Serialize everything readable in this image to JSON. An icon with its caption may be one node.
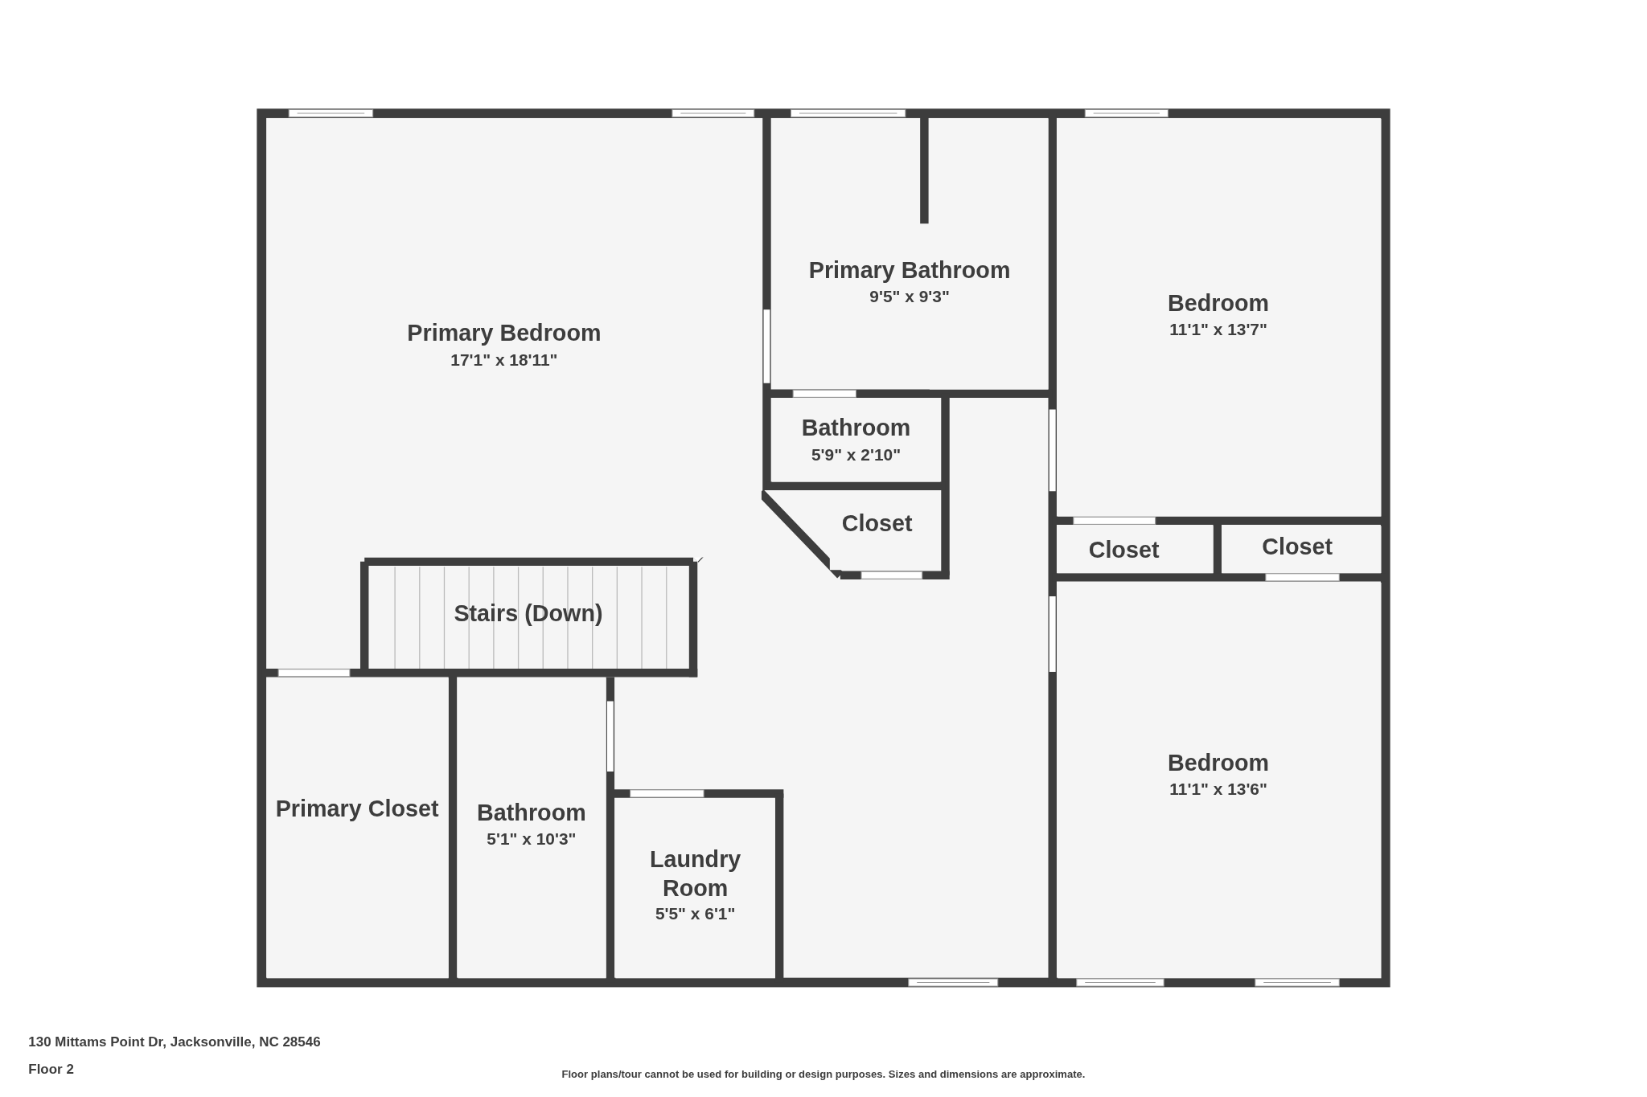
{
  "diagram": {
    "nodes": [
      {
        "text": [
          "Primary Bedroom",
          "17'1\" x 18'11\""
        ]
      },
      {
        "text": [
          "Primary Bathroom",
          "9'5\" x 9'3\""
        ]
      },
      {
        "text": [
          "Bedroom",
          "11'1\" x 13'7\""
        ]
      },
      {
        "text": [
          "Bathroom",
          "5'9\" x 2'10\""
        ]
      },
      {
        "text": [
          "Closet"
        ]
      },
      {
        "text": [
          "Closet"
        ]
      },
      {
        "text": [
          "Closet"
        ]
      },
      {
        "text": [
          "Stairs (Down)"
        ]
      },
      {
        "text": [
          "Primary Closet"
        ]
      },
      {
        "text": [
          "Bathroom",
          "5'1\" x 10'3\""
        ]
      },
      {
        "text": [
          "Laundry Room",
          "5'5\" x 6'1\""
        ]
      },
      {
        "text": [
          "Bedroom",
          "11'1\" x 13'6\""
        ]
      }
    ],
    "edges": [],
    "labels": [
      "130 Mittams Point Dr, Jacksonville, NC 28546",
      "Floor 2",
      "Floor plans/tour cannot be used for building or design purposes. Sizes and dimensions are approximate."
    ]
  }
}
